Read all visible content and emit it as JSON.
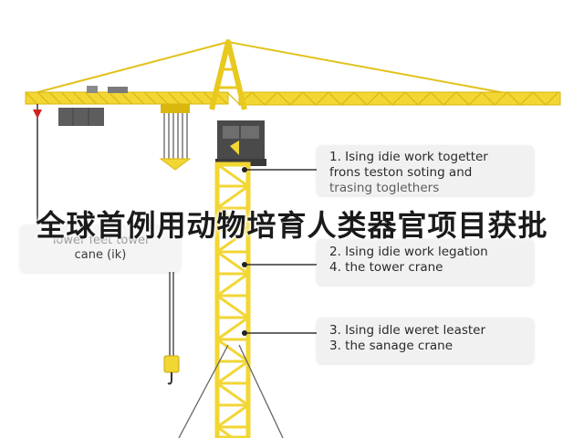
{
  "colors": {
    "crane_yellow": "#f2d633",
    "crane_yellow_dark": "#d9b70f",
    "cab_gray": "#4a4a4a",
    "hook_red": "#d02020",
    "callout_bg": "#f1f1f1"
  },
  "callouts": {
    "c1": {
      "line1": "1. Ising idie work togetter",
      "line2": "frons teston soting and",
      "line3": "trasing toglethers"
    },
    "c2": {
      "line1": "2. Ising idie work legation",
      "line2": "4. the tower crane"
    },
    "c3": {
      "line1": "3. Ising idle weret leaster",
      "line2": "3. the sanage crane"
    },
    "left": {
      "line1": "Tower feet tower",
      "line2": "cane (ik)"
    }
  },
  "banner": {
    "text": "全球首例用动物培育人类器官项目获批"
  }
}
